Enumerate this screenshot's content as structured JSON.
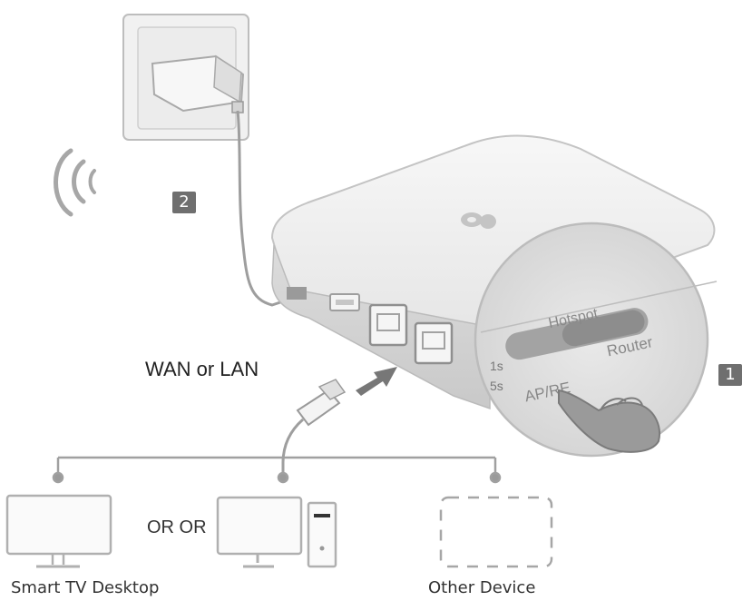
{
  "steps": {
    "step_1": "1",
    "step_2": "2"
  },
  "labels": {
    "connection": "WAN or LAN",
    "or_or": "OR OR",
    "caption_left": "Smart TV Desktop",
    "caption_right": "Other Device"
  },
  "switch_labels": {
    "hotspot": "Hotspot",
    "router": "Router",
    "ap_re": "AP/RE",
    "t1": "1s",
    "t2": "5s"
  }
}
